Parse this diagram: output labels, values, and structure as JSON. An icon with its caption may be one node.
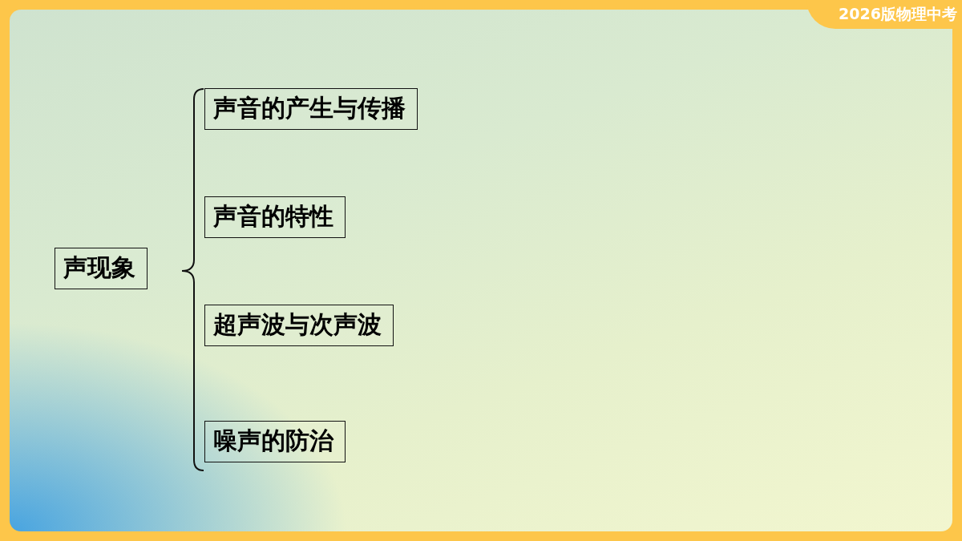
{
  "diagram": {
    "nodes": [
      {
        "text": [
          "声现象"
        ]
      },
      {
        "text": [
          "声音的产生与传播"
        ]
      },
      {
        "text": [
          "声音的特性"
        ]
      },
      {
        "text": [
          "超声波与次声波"
        ]
      },
      {
        "text": [
          "噪声的防治"
        ]
      }
    ],
    "labels": [
      "2026版物理中考"
    ]
  }
}
